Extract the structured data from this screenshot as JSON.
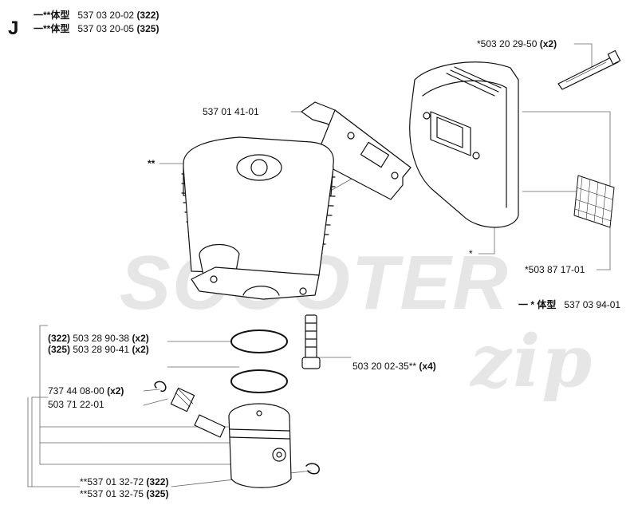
{
  "section_letter": "J",
  "watermark": {
    "brand": "SCOOTER",
    "script": "zip"
  },
  "header_lines": [
    {
      "prefix": "一**体型",
      "part": "537 03 20-02",
      "qty": "(322)"
    },
    {
      "prefix": "一**体型",
      "part": "537 03 20-05",
      "qty": "(325)"
    }
  ],
  "callouts": {
    "bolt_long": {
      "part": "*503 20 29-50",
      "qty": "(x2)"
    },
    "bracket": {
      "part": "537 01 41-01",
      "qty": ""
    },
    "cylinder_marker": "**",
    "muffler_marker": "*",
    "screen": {
      "part": "*503 87 17-01",
      "qty": ""
    },
    "muffler_assy": {
      "prefix": "一 * 体型",
      "part": "537 03 94-01",
      "qty": ""
    },
    "ring_322": {
      "model": "(322)",
      "part": "503 28 90-38",
      "qty": "(x2)"
    },
    "ring_325": {
      "model": "(325)",
      "part": "503 28 90-41",
      "qty": "(x2)"
    },
    "cyl_bolt": {
      "part": "503 20 02-35**",
      "qty": "(x4)"
    },
    "circlip": {
      "part": "737 44 08-00",
      "qty": "(x2)"
    },
    "bearing": {
      "part": "503 71 22-01",
      "qty": ""
    },
    "piston_322": {
      "part": "**537 01 32-72",
      "qty": "(322)"
    },
    "piston_325": {
      "part": "**537 01 32-75",
      "qty": "(325)"
    }
  }
}
